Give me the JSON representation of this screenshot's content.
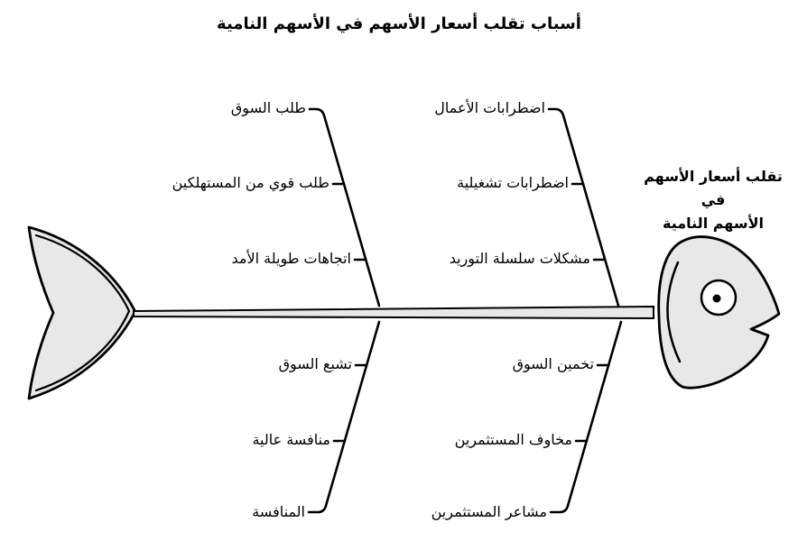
{
  "title": "أسباب تقلب أسعار الأسهم في الأسهم النامية",
  "colors": {
    "stroke": "#000000",
    "shape_fill": "#e8e8e8",
    "background": "#ffffff",
    "text": "#000000"
  },
  "effect": {
    "label_line1": "تقلب أسعار الأسهم في",
    "label_line2": "الأسهم النامية"
  },
  "branches": {
    "top_left": {
      "category": "طلب السوق",
      "causes": [
        "طلب قوي من المستهلكين",
        "اتجاهات طويلة الأمد"
      ]
    },
    "top_right": {
      "category": "اضطرابات الأعمال",
      "causes": [
        "اضطرابات تشغيلية",
        "مشكلات سلسلة التوريد"
      ]
    },
    "bottom_left": {
      "category": "المنافسة",
      "causes": [
        "تشبع السوق",
        "منافسة عالية"
      ]
    },
    "bottom_right": {
      "category": "مشاعر المستثمرين",
      "causes": [
        "تخمين السوق",
        "مخاوف المستثمرين"
      ]
    }
  }
}
